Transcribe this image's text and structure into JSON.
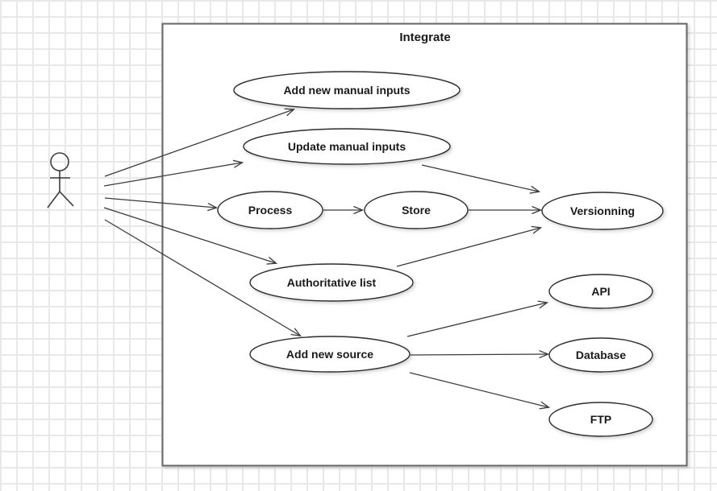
{
  "diagram": {
    "type": "uml-use-case-diagram",
    "system_boundary": {
      "title": "Integrate"
    },
    "actor": {
      "name": "User actor (stick figure, unlabeled)"
    },
    "use_cases": {
      "add_new_manual_inputs": "Add new manual inputs",
      "update_manual_inputs": "Update manual inputs",
      "process": "Process",
      "store": "Store",
      "versionning": "Versionning",
      "authoritative_list": "Authoritative list",
      "add_new_source": "Add new source",
      "api": "API",
      "database": "Database",
      "ftp": "FTP"
    },
    "relations": [
      {
        "from": "actor",
        "to": "add_new_manual_inputs"
      },
      {
        "from": "actor",
        "to": "update_manual_inputs"
      },
      {
        "from": "actor",
        "to": "process"
      },
      {
        "from": "actor",
        "to": "authoritative_list"
      },
      {
        "from": "actor",
        "to": "add_new_source"
      },
      {
        "from": "process",
        "to": "store"
      },
      {
        "from": "store",
        "to": "versionning"
      },
      {
        "from": "update_manual_inputs",
        "to": "versionning"
      },
      {
        "from": "authoritative_list",
        "to": "versionning"
      },
      {
        "from": "add_new_source",
        "to": "api"
      },
      {
        "from": "add_new_source",
        "to": "database"
      },
      {
        "from": "add_new_source",
        "to": "ftp"
      }
    ],
    "colors": {
      "background": "#ffffff",
      "grid_line": "#e8e8e8",
      "shape_stroke": "#2d2d2d",
      "edge_stroke": "#3b3b3b",
      "boundary_stroke": "#666666",
      "shape_fill": "#ffffff",
      "text": "#1a1a1a"
    }
  }
}
